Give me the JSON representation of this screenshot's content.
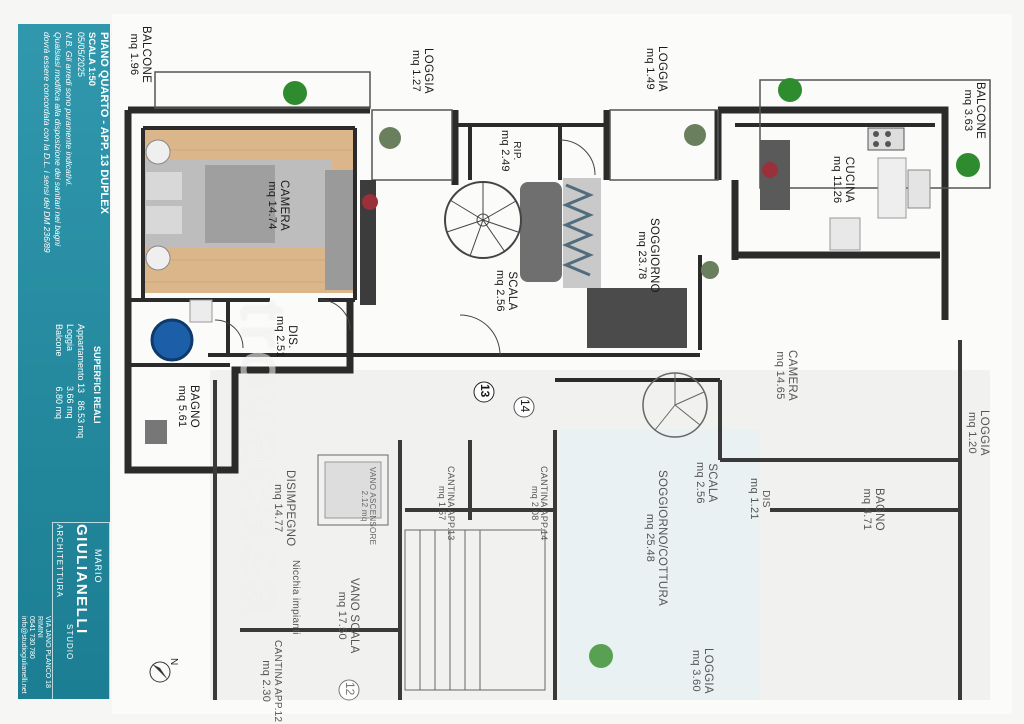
{
  "panel": {
    "title": "PIANO QUARTO - APP. 13 DUPLEX",
    "scale": "SCALA 1:50",
    "date": "05/05/2025",
    "note_1": "N.B. Gli arredi sono puramente indicativi.",
    "note_2": "Qualsiasi modifica alla disposizione dei sanitari nei bagni",
    "note_3": "dovrà essere concordata con la D.L. i sensi del DM 236/89",
    "surfaces_title": "SUPERFICI REALI",
    "surfaces": [
      {
        "label": "Appartamento 13",
        "value": "86.53 mq"
      },
      {
        "label": "Loggia",
        "value": "3.66 mq"
      },
      {
        "label": "Balcone",
        "value": "6.80 mq"
      }
    ],
    "brand_name": "GIULIANELLI",
    "brand_first": "MARIO",
    "brand_sub": "ARCHITETTURA",
    "brand_studio": "STUDIO",
    "address_1": "VIA JANO PLANCO 18",
    "address_2": "RIMINI",
    "address_3": "0541 730 780",
    "address_4": "info@studiogiulianelli.net"
  },
  "rooms": {
    "balcone_1": {
      "name": "BALCONE",
      "area": "mq 1.96"
    },
    "loggia_1": {
      "name": "LOGGIA",
      "area": "mq 1.27"
    },
    "loggia_2": {
      "name": "LOGGIA",
      "area": "mq 1.49"
    },
    "balcone_2": {
      "name": "BALCONE",
      "area": "mq 3.63"
    },
    "rip": {
      "name": "RIP.",
      "area": "mq 2.49"
    },
    "camera": {
      "name": "CAMERA",
      "area": "mq 14.74"
    },
    "cucina": {
      "name": "CUCINA",
      "area": "mq 11.26"
    },
    "soggiorno": {
      "name": "SOGGIORNO",
      "area": "mq 23.78"
    },
    "scala": {
      "name": "SCALA",
      "area": "mq 2.56"
    },
    "dis": {
      "name": "DIS.",
      "area": "mq 2.51"
    },
    "bagno": {
      "name": "BAGNO",
      "area": "mq 5.61"
    },
    "camera_14": {
      "name": "CAMERA",
      "area": "mq 14.65"
    },
    "loggia_3": {
      "name": "LOGGIA",
      "area": "mq 1.20"
    },
    "scala_14": {
      "name": "SCALA",
      "area": "mq 2.56"
    },
    "dis_14": {
      "name": "DIS",
      "area": "mq 1.21"
    },
    "bagno_14": {
      "name": "BAGNO",
      "area": "mq 4.71"
    },
    "soggiorno_cottura": {
      "name": "SOGGIORNO/COTTURA",
      "area": "mq 25.48"
    },
    "loggia_4": {
      "name": "LOGGIA",
      "area": "mq 3.60"
    },
    "disimpegno": {
      "name": "DISIMPEGNO",
      "area": "mq 14.77"
    },
    "vano_ascensore": {
      "name": "VANO ASCENSORE",
      "area": "2.12 mq"
    },
    "cantina_13": {
      "name": "CANTINA APP.13",
      "area": "mq 1.57"
    },
    "cantina_14": {
      "name": "CANTINA APP.14",
      "area": "mq 2.08"
    },
    "vano_scala": {
      "name": "VANO SCALA",
      "area": "mq 17.50"
    },
    "nicchia": {
      "name": "Nicchia impianti",
      "area": ""
    },
    "cantina_12": {
      "name": "CANTINA APP.12",
      "area": "mq 2.30"
    }
  },
  "unit_markers": {
    "app13": "13",
    "app14": "14",
    "app12": "12"
  },
  "watermark": "trovacasa",
  "compass": "N",
  "colors": {
    "panel": "#1f8fa6",
    "wall": "#2b2b2b",
    "wood": "#d9b48a",
    "plant": "#2e8b2e"
  }
}
